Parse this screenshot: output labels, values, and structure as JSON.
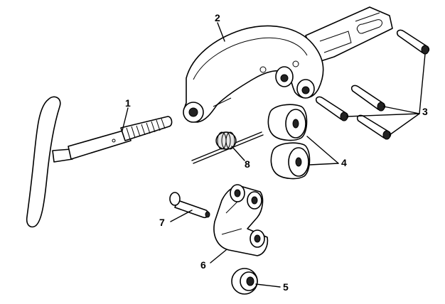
{
  "diagram": {
    "callouts": [
      {
        "id": "1",
        "text": "1"
      },
      {
        "id": "2",
        "text": "2"
      },
      {
        "id": "3",
        "text": "3"
      },
      {
        "id": "4",
        "text": "4"
      },
      {
        "id": "5",
        "text": "5"
      },
      {
        "id": "6",
        "text": "6"
      },
      {
        "id": "7",
        "text": "7"
      },
      {
        "id": "8",
        "text": "8"
      }
    ],
    "parts": [
      {
        "callout": "1",
        "icon": "t-handle-feed-screw-icon"
      },
      {
        "callout": "2",
        "icon": "cutter-frame-icon"
      },
      {
        "callout": "3",
        "icon": "roller-pin-icon"
      },
      {
        "callout": "4",
        "icon": "roller-icon"
      },
      {
        "callout": "5",
        "icon": "cutter-wheel-icon"
      },
      {
        "callout": "6",
        "icon": "slide-assembly-icon"
      },
      {
        "callout": "7",
        "icon": "wheel-pin-icon"
      },
      {
        "callout": "8",
        "icon": "spring-icon"
      }
    ]
  }
}
